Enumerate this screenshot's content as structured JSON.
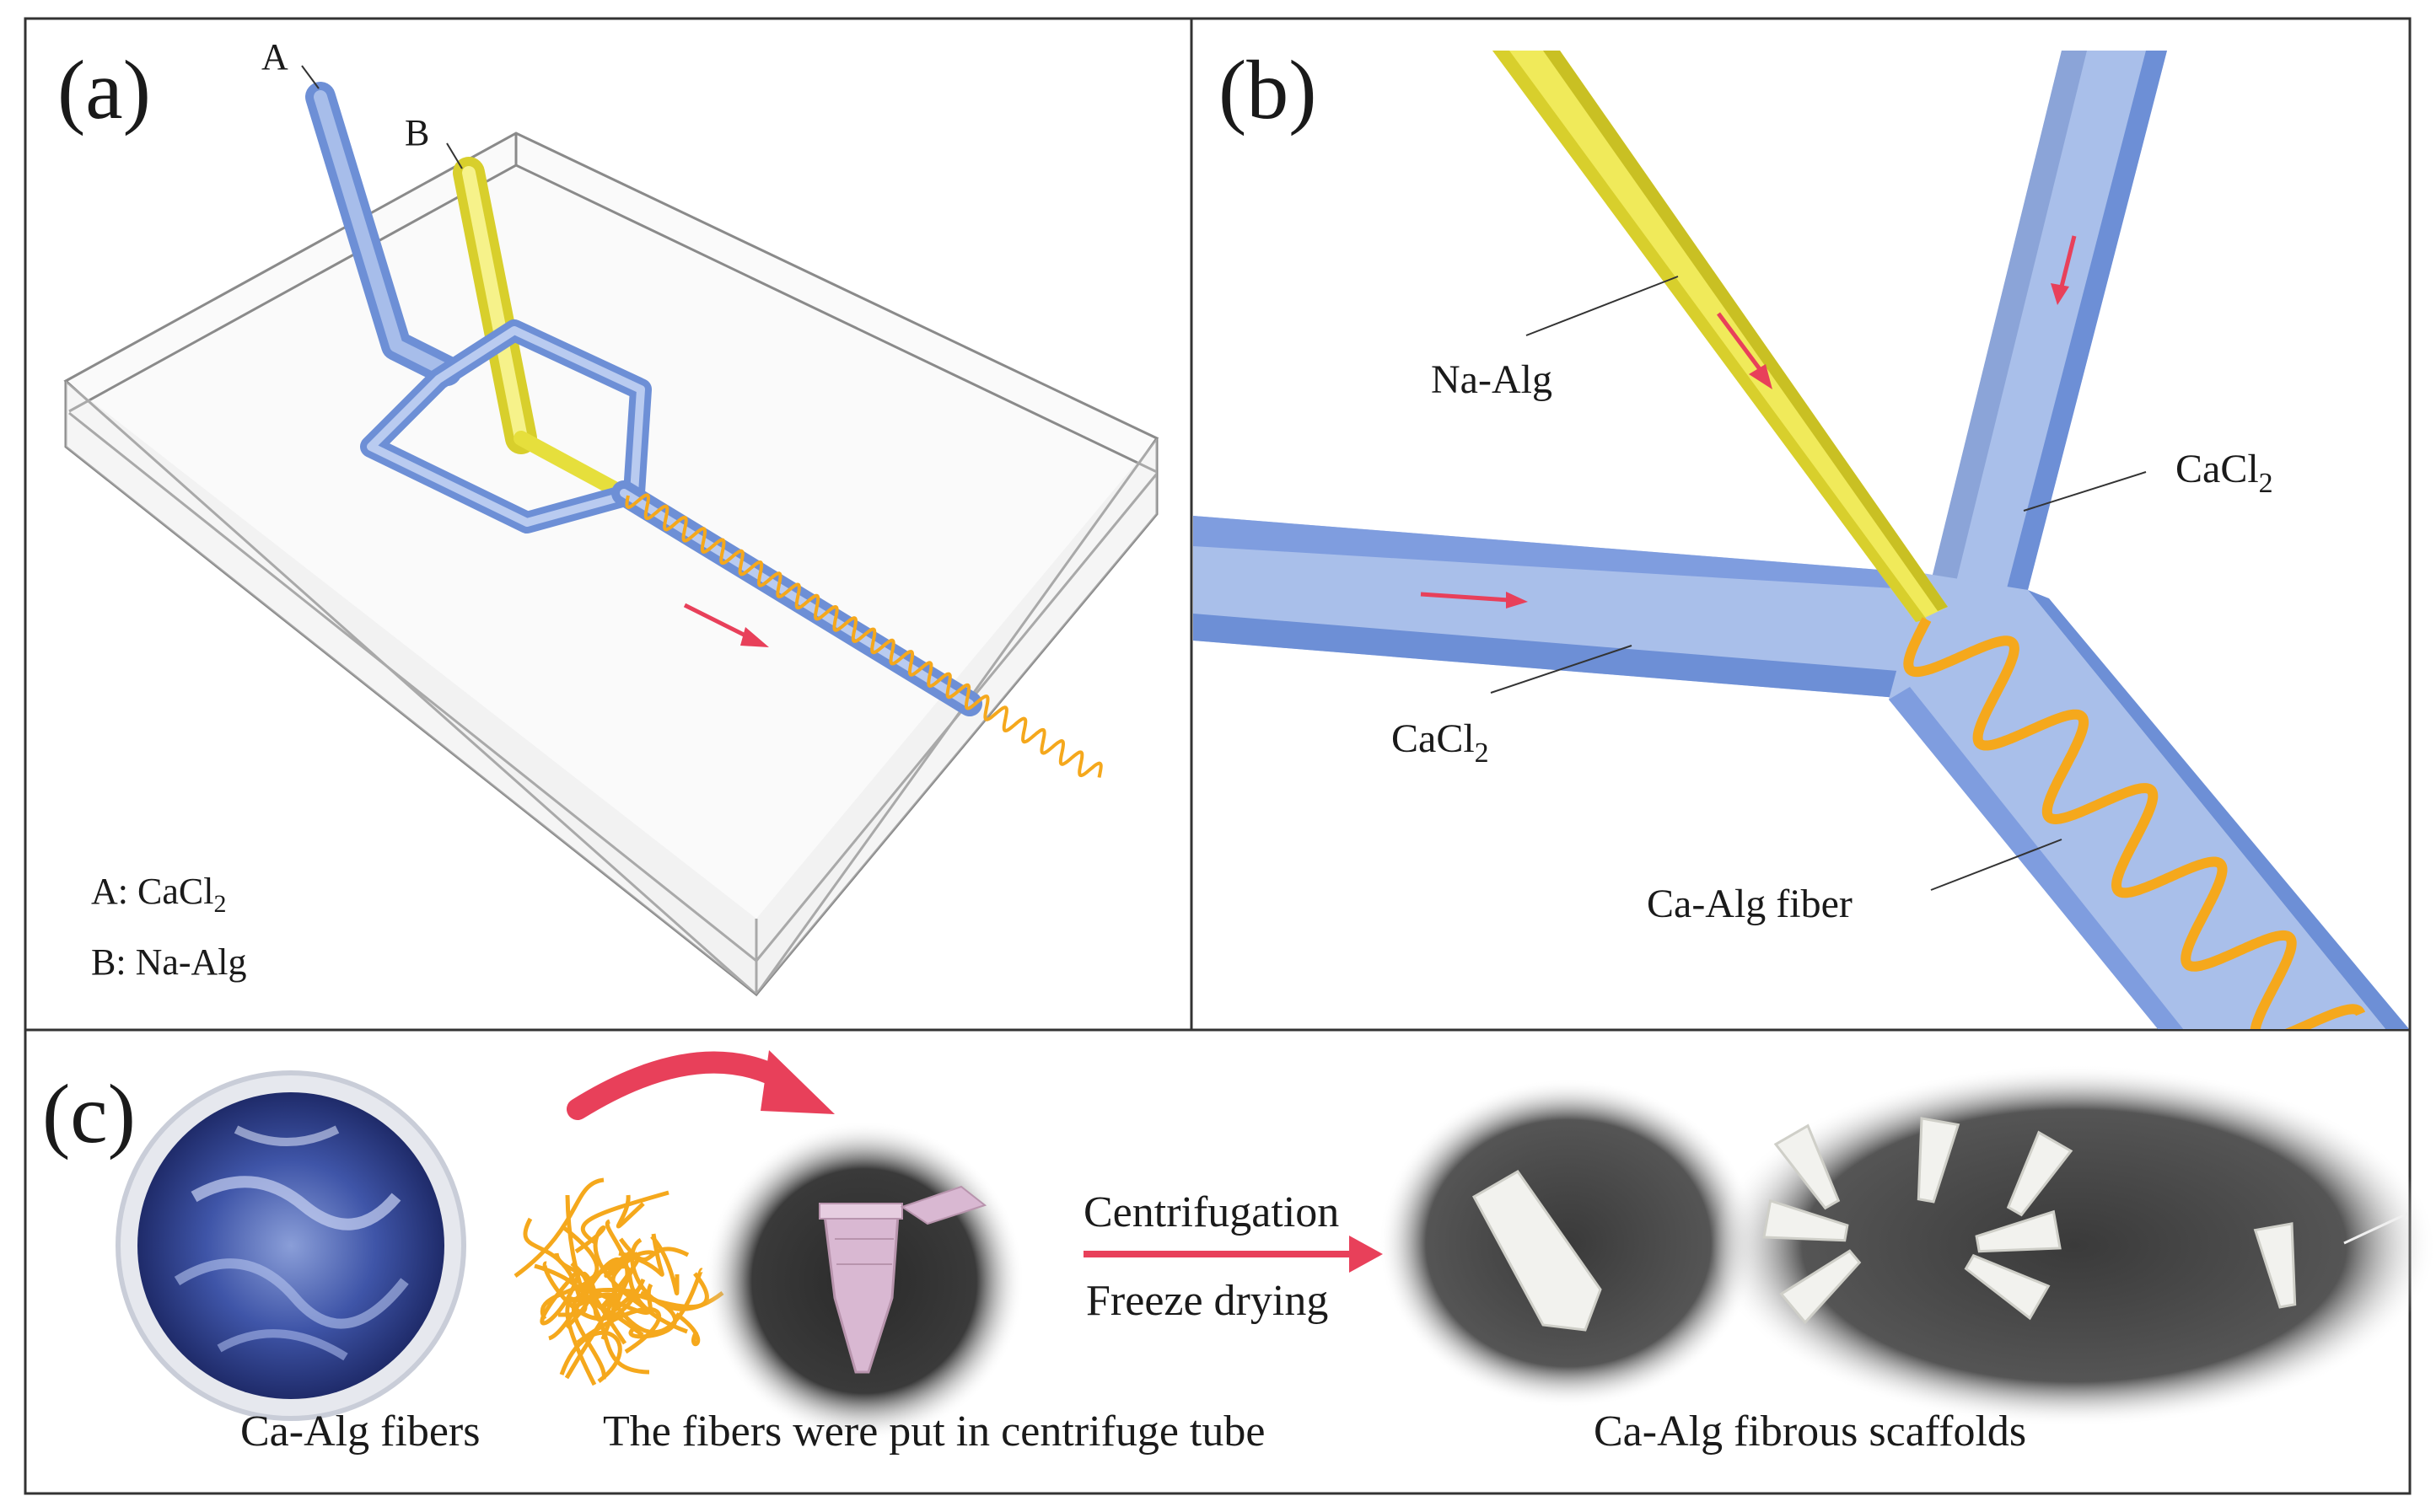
{
  "panels": {
    "a": {
      "tag": "(a)",
      "inlet_a": "A",
      "inlet_b": "B",
      "legend_a_prefix": "A: CaCl",
      "legend_a_sub": "2",
      "legend_b": "B: Na-Alg"
    },
    "b": {
      "tag": "(b)",
      "label_naalg": "Na-Alg",
      "label_cacl2_right": "CaCl",
      "label_cacl2_right_sub": "2",
      "label_cacl2_left": "CaCl",
      "label_cacl2_left_sub": "2",
      "label_fiber": "Ca-Alg fiber"
    },
    "c": {
      "tag": "(c)",
      "caption_fibers": "Ca-Alg fibers",
      "caption_tube": "The fibers were put in centrifuge tube",
      "step_1": "Centrifugation",
      "step_2": "Freeze drying",
      "caption_scaffolds": "Ca-Alg fibrous scaffolds"
    }
  },
  "colors": {
    "channel_blue": "#8fa9e0",
    "channel_blue_dark": "#6d8fd6",
    "channel_yellow": "#e8e24a",
    "fiber_orange": "#f5a81c",
    "arrow_red": "#e8405a",
    "frame": "#333333"
  }
}
